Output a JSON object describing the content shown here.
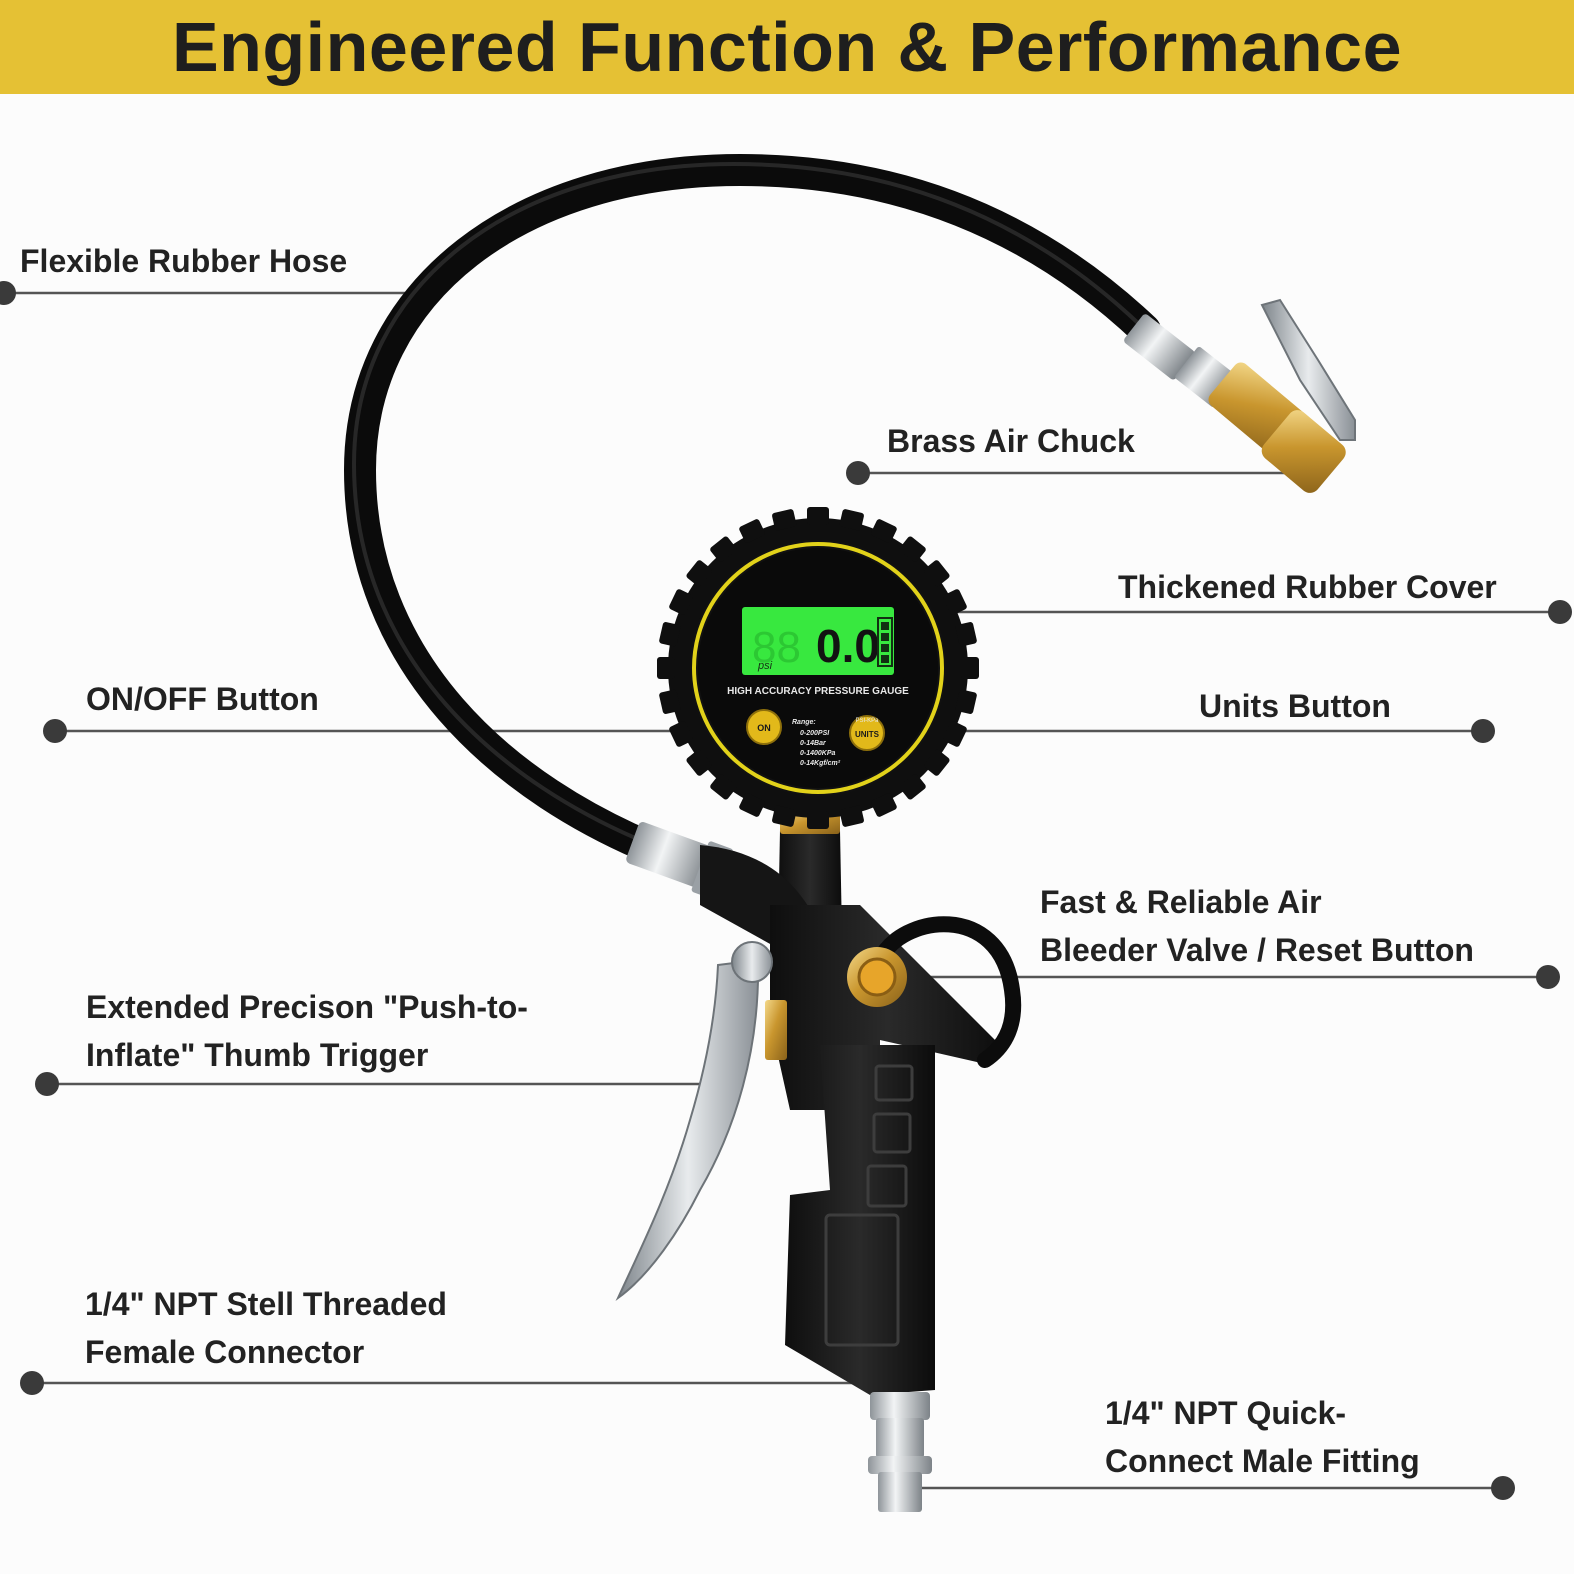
{
  "header": {
    "title": "Engineered Function & Performance",
    "background_color": "#e5c134"
  },
  "labels": {
    "hose": "Flexible Rubber Hose",
    "chuck": "Brass Air Chuck",
    "cover": "Thickened Rubber Cover",
    "on_off": "ON/OFF Button",
    "units_button": "Units Button",
    "bleeder_line1": "Fast & Reliable Air",
    "bleeder_line2": "Bleeder Valve / Reset Button",
    "trigger_line1": "Extended Precison \"Push-to-",
    "trigger_line2": "Inflate\" Thumb Trigger",
    "female_line1": "1/4\" NPT Stell Threaded",
    "female_line2": "Female Connector",
    "male_line1": "1/4\" NPT Quick-",
    "male_line2": "Connect Male Fitting"
  },
  "gauge": {
    "reading": "0.0",
    "unit": "psi",
    "caption": "HIGH  ACCURACY PRESSURE GAUGE",
    "on_label": "ON",
    "units_label": "UNITS",
    "units_top": "PSI-KPa",
    "range_title": "Range:",
    "range_psi": "0-200PSI",
    "range_bar": "0-14Bar",
    "range_kpa": "0-1400KPa",
    "range_kgf": "0-14Kgf/cm²",
    "lcd_color": "#38e83f",
    "ring_color": "#e2d21a"
  }
}
